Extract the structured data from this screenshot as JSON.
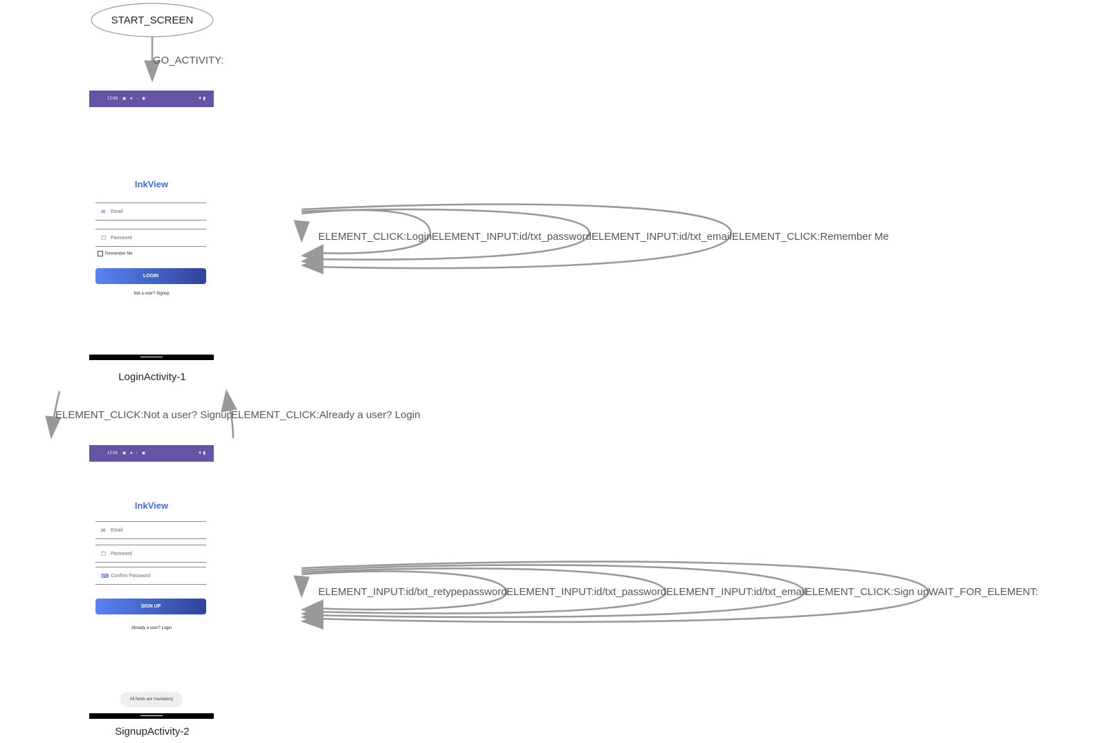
{
  "diagram": {
    "start_node": {
      "label": "START_SCREEN"
    },
    "nodes": [
      {
        "id": "login",
        "label": "LoginActivity-1",
        "screenshot": {
          "status_time": "12:43",
          "app_title": "InkView",
          "email_placeholder": "Email",
          "password_placeholder": "Password",
          "remember_label": "Remember Me",
          "button_label": "LOGIN",
          "footer_text": "Not a user? Signup"
        }
      },
      {
        "id": "signup",
        "label": "SignupActivity-2",
        "screenshot": {
          "status_time": "12:43",
          "app_title": "InkView",
          "email_placeholder": "Email",
          "password_placeholder": "Password",
          "confirm_placeholder": "Confirm Password",
          "button_label": "SIGN UP",
          "footer_text": "Already a user? Login",
          "toast_text": "All fields are mandatory"
        }
      }
    ],
    "edges": {
      "start_to_login": "GO_ACTIVITY:",
      "login_to_signup": "ELEMENT_CLICK:Not a user? Signup",
      "signup_to_login": "ELEMENT_CLICK:Already a user? Login",
      "login_self_loops": [
        "ELEMENT_CLICK:Login",
        "ELEMENT_INPUT:id/txt_password",
        "ELEMENT_INPUT:id/txt_email",
        "ELEMENT_CLICK:Remember Me"
      ],
      "signup_self_loops": [
        "ELEMENT_INPUT:id/txt_retypepassword",
        "ELEMENT_INPUT:id/txt_password",
        "ELEMENT_INPUT:id/txt_email",
        "ELEMENT_CLICK:Sign up",
        "WAIT_FOR_ELEMENT:"
      ]
    },
    "colors": {
      "edge": "#999999",
      "status_bar": "#6753a5",
      "app_title": "#3f6fd6",
      "button_start": "#5a82f1",
      "button_end": "#2f449a"
    }
  }
}
